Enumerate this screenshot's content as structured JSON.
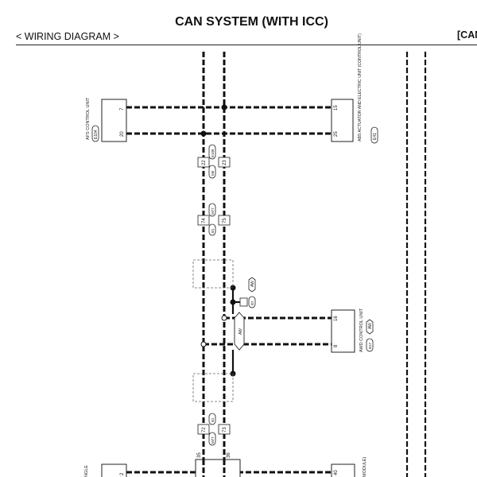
{
  "header": {
    "title": "CAN SYSTEM (WITH ICC)",
    "subtitle": "< WIRING DIAGRAM >",
    "section_tag": "[CAN"
  },
  "units": {
    "afs": {
      "name": "AFS CONTROL UNIT",
      "connector": "E104",
      "pins": [
        "7",
        "20"
      ]
    },
    "abs": {
      "name": "ABS ACTUATOR AND ELECTRIC UNIT (CONTROL UNIT)",
      "connector": "E41",
      "pins": [
        "15",
        "25"
      ]
    },
    "awd": {
      "name": "AWD CONTROL UNIT",
      "connector": "B17",
      "option": "AW",
      "pins": [
        "16",
        "8"
      ]
    },
    "bottom_left": {
      "name": "NGLE",
      "pins": [
        "2"
      ]
    },
    "bottom_right": {
      "name": "MODULE)",
      "pins": [
        "40"
      ]
    },
    "bottom_center": {
      "pins": [
        "35",
        "36"
      ]
    }
  },
  "connectors": {
    "c1": {
      "code": "E108",
      "alt": "M6",
      "pins": [
        "22",
        "23"
      ]
    },
    "c2": {
      "code": "M77",
      "alt": "B1",
      "pins": [
        "74",
        "75"
      ]
    },
    "c3": {
      "code": "B1",
      "alt": "M77",
      "pins": [
        "72",
        "73"
      ]
    }
  },
  "branch": {
    "option": "AW",
    "connector": "B7",
    "inline_label": "AW"
  }
}
